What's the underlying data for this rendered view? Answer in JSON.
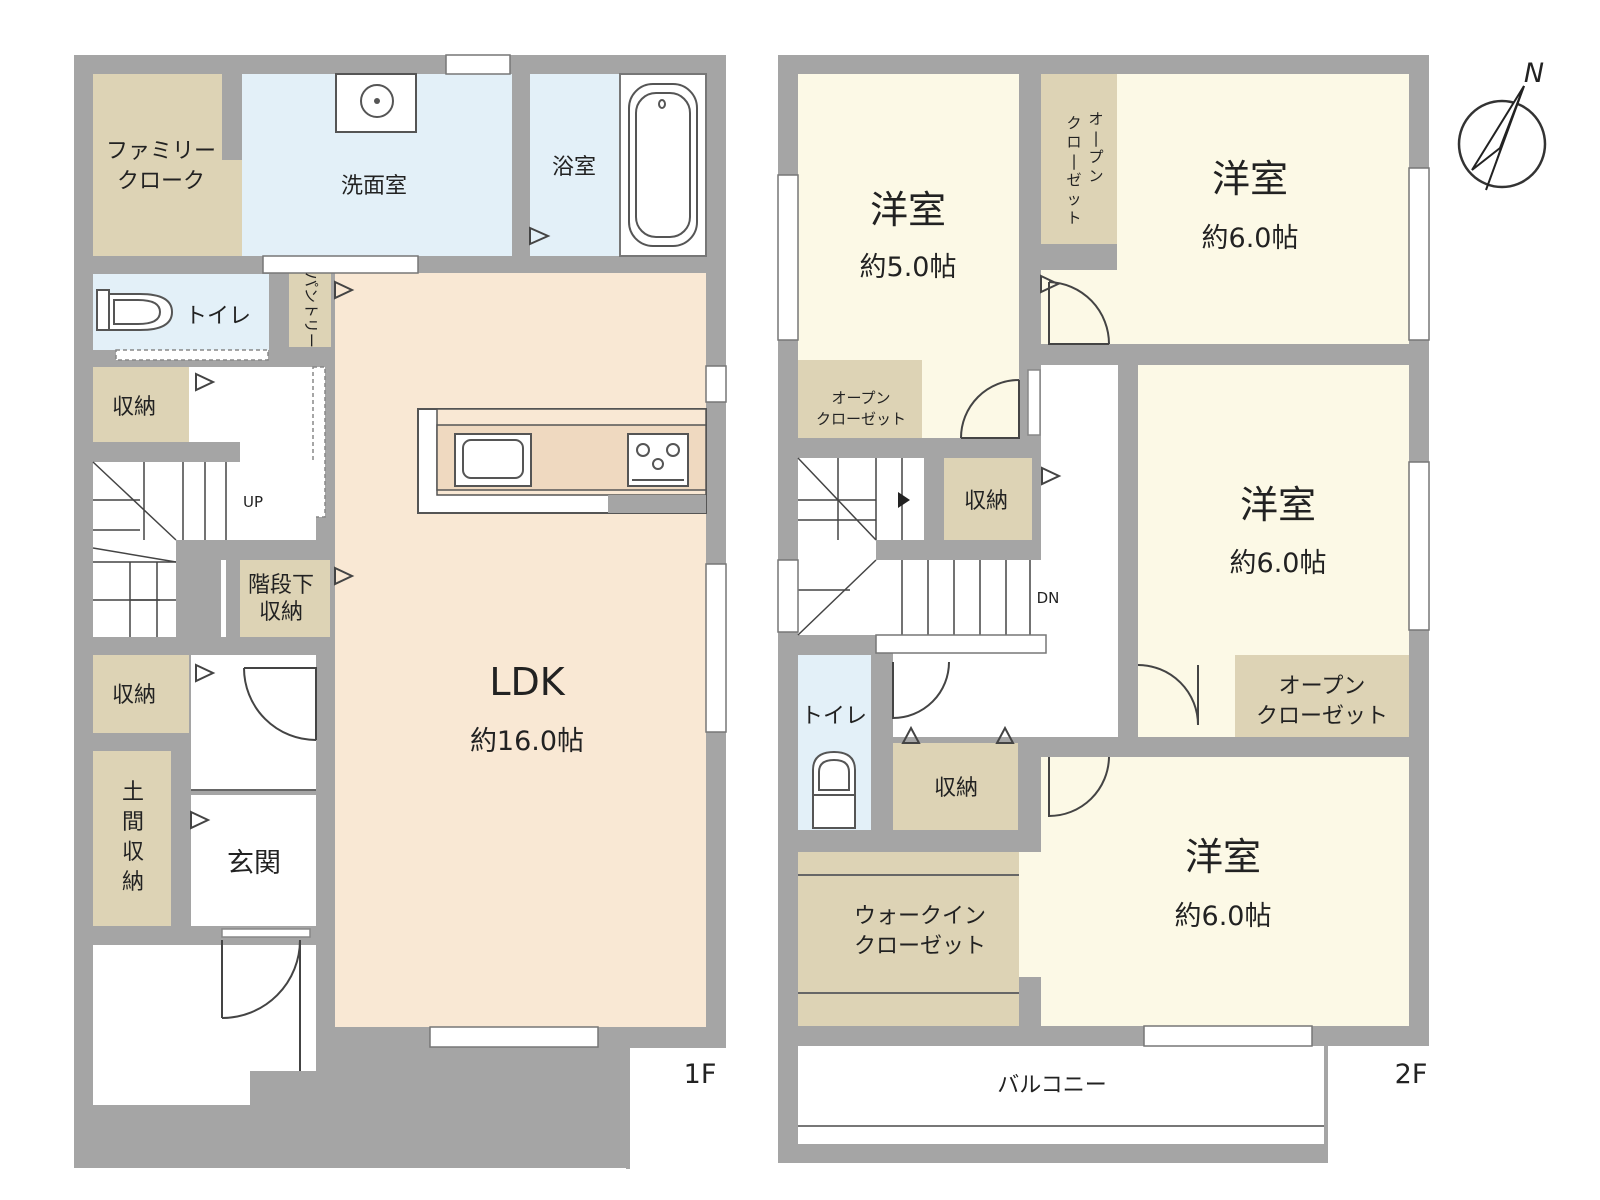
{
  "colors": {
    "wall": "#a5a5a5",
    "wall_dark": "#777777",
    "ldk": "#f9e8d4",
    "wet": "#e3f0f8",
    "storage": "#ddd3b5",
    "bedroom": "#fcf9e6",
    "white": "#ffffff"
  },
  "floor1": {
    "floor_label": "1F",
    "family_closet": "ファミリー\nクローク",
    "washroom": "洗面室",
    "bathroom": "浴室",
    "toilet": "トイレ",
    "pantry": "パントリー",
    "storage_1": "収納",
    "storage_2": "収納",
    "up": "UP",
    "under_stairs": "階段下\n収納",
    "doma_storage": "土\n間\n収\n納",
    "entrance": "玄関",
    "ldk_name": "LDK",
    "ldk_size": "約16.0帖"
  },
  "floor2": {
    "floor_label": "2F",
    "room_a_name": "洋室",
    "room_a_size": "約5.0帖",
    "room_b_name": "洋室",
    "room_b_size": "約6.0帖",
    "room_c_name": "洋室",
    "room_c_size": "約6.0帖",
    "room_d_name": "洋室",
    "room_d_size": "約6.0帖",
    "open_closet_vertical": "オープン\nクローゼット",
    "open_closet_a": "オープン\nクローゼット",
    "open_closet_c": "オープン\nクローゼット",
    "storage_a": "収納",
    "storage_b": "収納",
    "toilet": "トイレ",
    "walk_in_closet": "ウォークイン\nクローゼット",
    "dn": "DN",
    "balcony": "バルコニー"
  },
  "compass": {
    "north": "N"
  }
}
